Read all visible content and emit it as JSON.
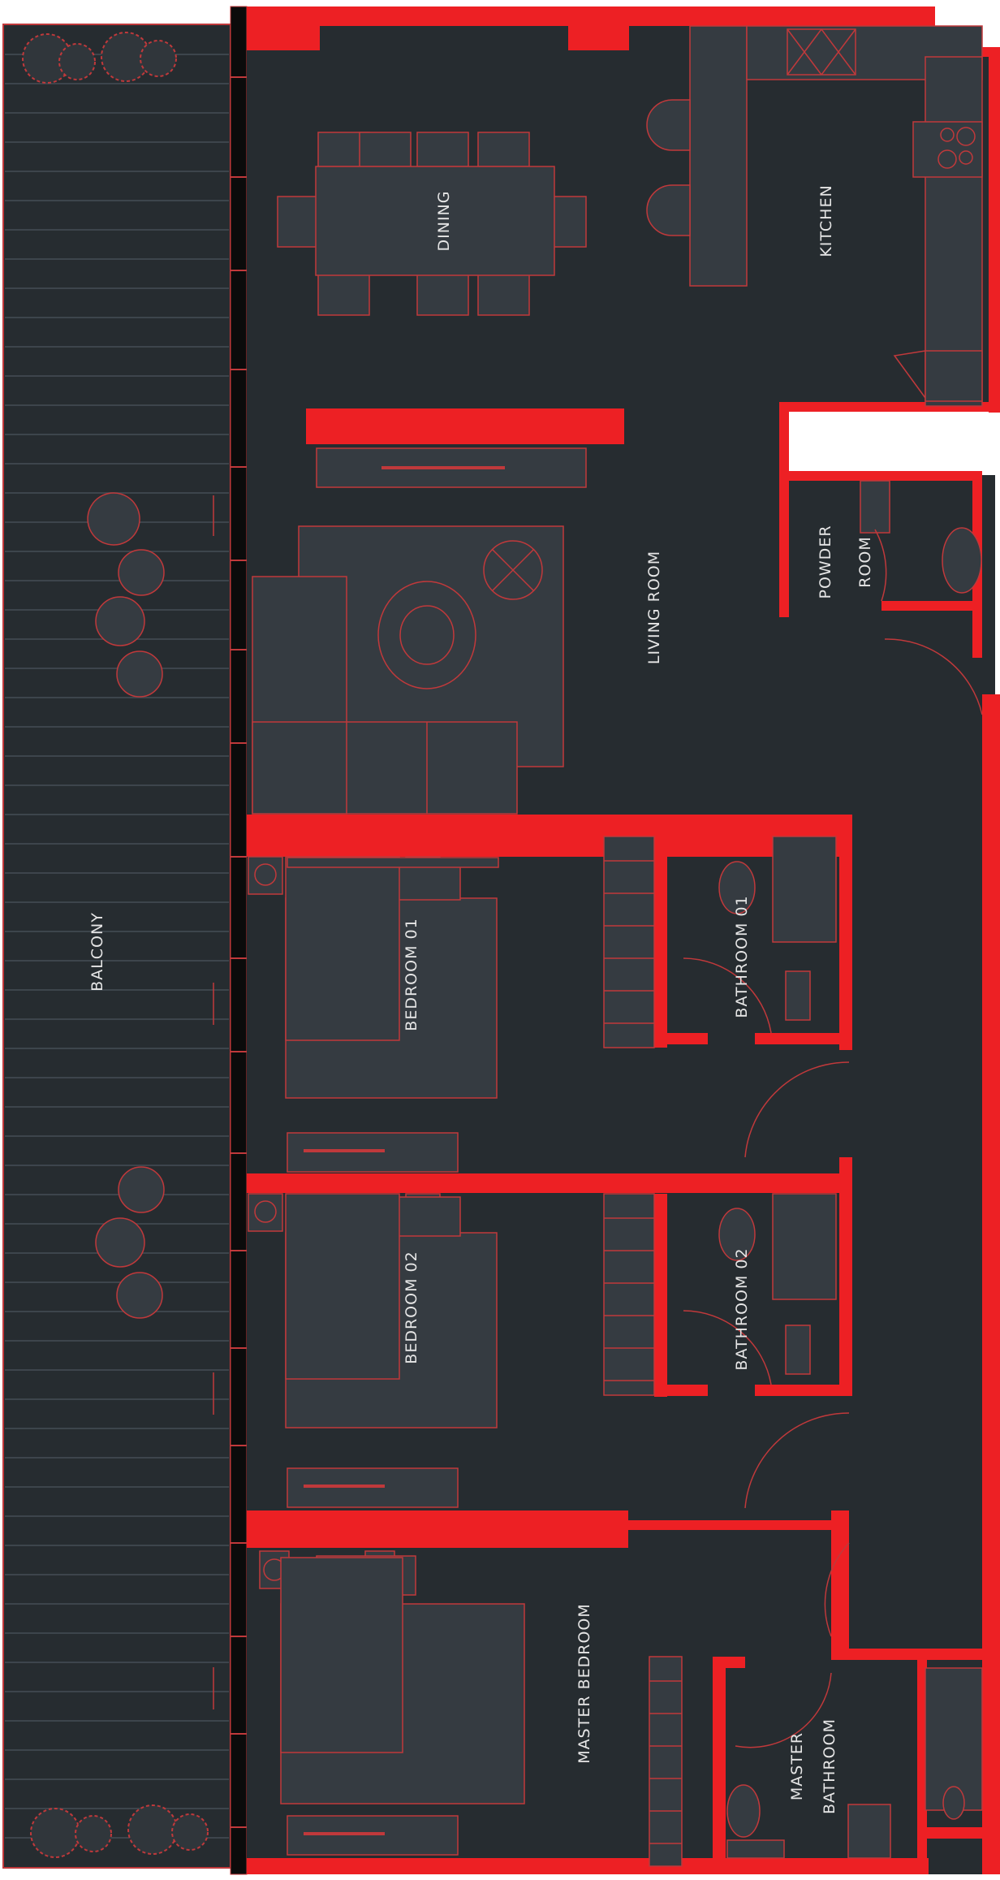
{
  "plan": {
    "type": "apartment floor plan",
    "colors": {
      "background": "#ffffff",
      "floor": "#262c30",
      "wall": "#ed2024",
      "furniture_fill": "#353b41",
      "furniture_stroke": "#c0393b",
      "window_frame": "#0b0b0b",
      "label_text": "#e6e6e6",
      "deck_line": "#3d454c"
    },
    "rooms": {
      "dining": "DINING",
      "kitchen": "KITCHEN",
      "living_room": "LIVING ROOM",
      "powder_room_line1": "POWDER",
      "powder_room_line2": "ROOM",
      "balcony": "BALCONY",
      "bedroom_01": "BEDROOM 01",
      "bathroom_01": "BATHROOM 01",
      "bedroom_02": "BEDROOM 02",
      "bathroom_02": "BATHROOM 02",
      "master_bedroom": "MASTER BEDROOM",
      "master_bathroom_line1": "MASTER",
      "master_bathroom_line2": "BATHROOM"
    },
    "label_orientation": "rotated 90deg counter-clockwise (reading bottom-to-top)"
  }
}
